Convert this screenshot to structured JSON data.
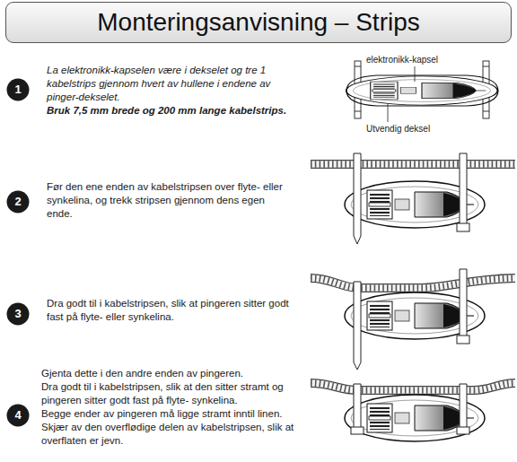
{
  "diagram": {
    "title": "Monteringsanvisning – Strips",
    "nodes": [
      {
        "text": [
          "1"
        ]
      },
      {
        "text": [
          "2"
        ]
      },
      {
        "text": [
          "3"
        ]
      },
      {
        "text": [
          "4"
        ]
      }
    ],
    "labels": [
      "La elektronikk-kapselen være i dekselet og tre 1 kabelstrips gjennom hvert av hullene i endene av pinger-dekselet.",
      "Bruk 7,5 mm brede og 200 mm lange kabelstrips.",
      "elektronikk-kapsel",
      "Utvendig deksel",
      "Før den ene enden av kabelstripsen over flyte- eller synkelina, og trekk stripsen gjennom dens egen ende.",
      "Dra godt til i kabelstripsen, slik at pingeren sitter godt fast på flyte- eller synkelina.",
      "Gjenta dette i den andre enden av pingeren.",
      "Dra godt til i kabelstripsen, slik at den sitter stramt og pingeren sitter godt fast på flyte- synkelina.",
      "Begge ender av pingeren må ligge stramt inntil linen.",
      "Skjær av den overflødige delen av kabelstripsen, slik at overflaten er jevn."
    ]
  }
}
